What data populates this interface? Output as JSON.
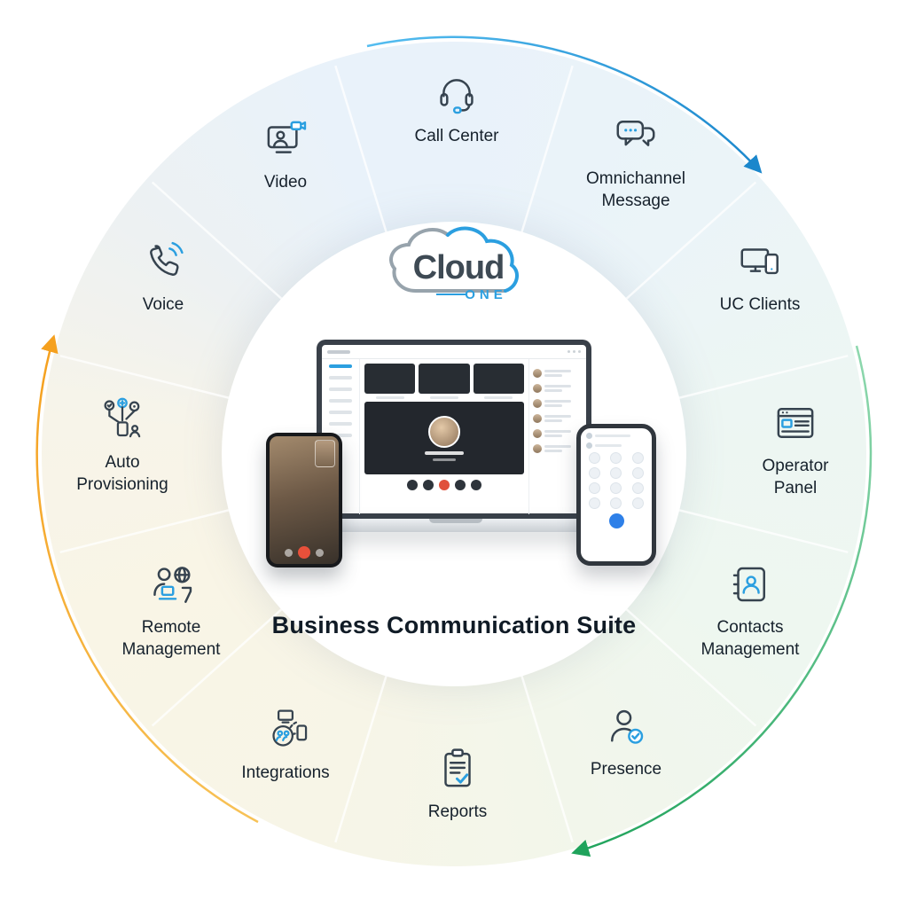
{
  "title": "Business Communication Suite",
  "logo": {
    "name": "Cloud",
    "sub": "ONE"
  },
  "features": [
    {
      "id": "call-center",
      "label": "Call Center",
      "icon": "headset-icon"
    },
    {
      "id": "omnichannel-message",
      "label": "Omnichannel Message",
      "icon": "chat-bubbles-icon"
    },
    {
      "id": "uc-clients",
      "label": "UC Clients",
      "icon": "devices-icon"
    },
    {
      "id": "operator-panel",
      "label": "Operator Panel",
      "icon": "browser-panel-icon"
    },
    {
      "id": "contacts-management",
      "label": "Contacts Management",
      "icon": "contact-book-icon"
    },
    {
      "id": "presence",
      "label": "Presence",
      "icon": "user-check-icon"
    },
    {
      "id": "reports",
      "label": "Reports",
      "icon": "clipboard-check-icon"
    },
    {
      "id": "integrations",
      "label": "Integrations",
      "icon": "hub-devices-icon"
    },
    {
      "id": "remote-management",
      "label": "Remote Management",
      "icon": "remote-user-icon"
    },
    {
      "id": "auto-provisioning",
      "label": "Auto Provisioning",
      "icon": "network-icon"
    },
    {
      "id": "voice",
      "label": "Voice",
      "icon": "phone-waves-icon"
    },
    {
      "id": "video",
      "label": "Video",
      "icon": "video-monitor-icon"
    }
  ],
  "colors": {
    "accent_blue": "#2b9fe0",
    "icon_stroke": "#36434f",
    "arc_blue": "#1b87cc",
    "arc_green": "#1fa35b",
    "arc_orange": "#f5a01e",
    "ring_blue_tint": "#e9f2fa",
    "ring_green_tint": "#eef7f0",
    "ring_cream_tint": "#f9f5e6"
  }
}
